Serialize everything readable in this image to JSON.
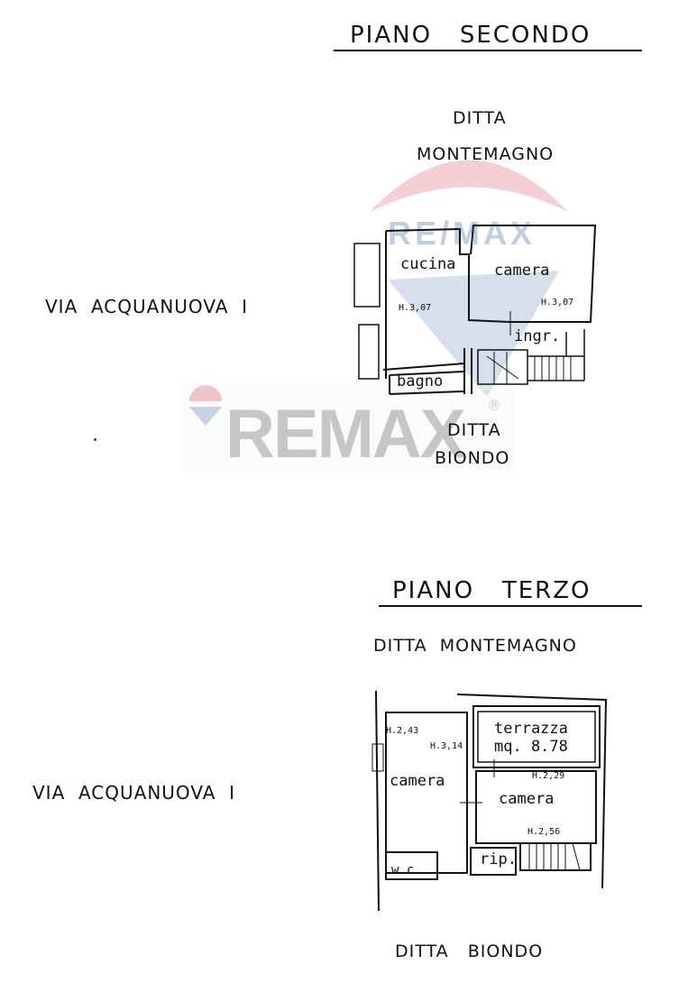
{
  "floor2": {
    "title": "PIANO   SECONDO",
    "neighbor_top_line1": "DITTA",
    "neighbor_top_line2": "MONTEMAGNO",
    "street": "VIA  ACQUANUOVA  I",
    "neighbor_bottom_line1": "DITTA",
    "neighbor_bottom_line2": "BIONDO",
    "rooms": [
      {
        "label": "cucina",
        "height": "H.3,07"
      },
      {
        "label": "camera",
        "height": "H.3,07"
      },
      {
        "label": "ingr."
      },
      {
        "label": "bagno"
      }
    ]
  },
  "floor3": {
    "title": "PIANO   TERZO",
    "neighbor_top": "DITTA  MONTEMAGNO",
    "street": "VIA  ACQUANUOVA  I",
    "neighbor_bottom": "DITTA   BIONDO",
    "rooms": [
      {
        "label": "camera",
        "heights": [
          "H.2,43",
          "H.3,14"
        ]
      },
      {
        "label": "terrazza",
        "area": "mq. 8.78"
      },
      {
        "label": "camera",
        "heights": [
          "H.2,29",
          "H.2,56"
        ]
      },
      {
        "label": "rip."
      },
      {
        "label": "w.c."
      }
    ]
  },
  "watermark": {
    "brand": "REMAX",
    "brand_small": "RE/MAX",
    "registered": "®",
    "colors": {
      "red": "#e8a0a8",
      "blue": "#a8bcd8",
      "gray": "#c8c8c8"
    }
  }
}
